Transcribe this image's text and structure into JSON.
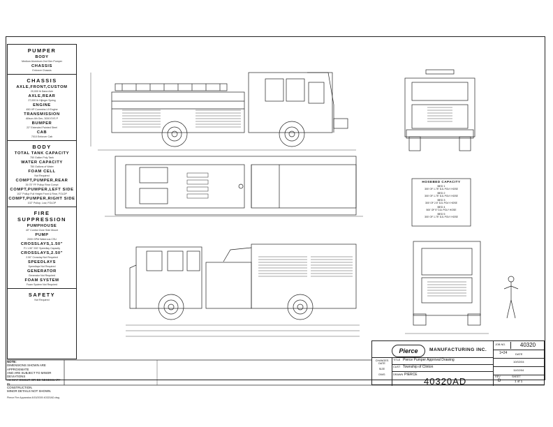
{
  "spec_sheet": {
    "pumper": {
      "title": "PUMPER",
      "body_label": "BODY",
      "body_value": "Medium Aluminum 2nd Gen Pumper",
      "chassis_label": "CHASSIS",
      "chassis_value": "Enforcer Chassis"
    },
    "chassis": {
      "title": "CHASSIS",
      "items": [
        {
          "label": "AXLE,FRONT,CUSTOM",
          "value": "20,000 lb Dana Axle"
        },
        {
          "label": "AXLE,REAR",
          "value": "27,000 lb Hijinger Spring"
        },
        {
          "label": "ENGINE",
          "value": "450 HP Cummins L9 Engine"
        },
        {
          "label": "TRANSMISSION",
          "value": "Allison 4th Gen, 3000 EVS P"
        },
        {
          "label": "BUMPER",
          "value": "22\" Extended Painted Steel"
        },
        {
          "label": "CAB",
          "value": "7010 Enforcer Cab"
        }
      ]
    },
    "body": {
      "title": "BODY",
      "items": [
        {
          "label": "TOTAL TANK CAPACITY",
          "value": "750 Gallon Poly Tank"
        },
        {
          "label": "WATER CAPACITY",
          "value": "750 Gallons of Water"
        },
        {
          "label": "FOAM CELL",
          "value": "Not Required"
        },
        {
          "label": "COMPT,PUMPER,REAR",
          "value": "39.75\" FF Pullup Rear Compt"
        },
        {
          "label": "COMPT,PUMPER,LEFT SIDE",
          "value": "102\" Pullup Full Height Front & Rear, FOLDP"
        },
        {
          "label": "COMPT,PUMPER,RIGHT SIDE",
          "value": "102\" Pullup, Low, FOLDP"
        }
      ]
    },
    "fire_suppression": {
      "title": "FIRE SUPPRESSION",
      "items": [
        {
          "label": "PUMPHOUSE",
          "value": "40\" Control Zone Side Mount"
        },
        {
          "label": "PUMP",
          "value": "2000 GPM Waterous CSU"
        },
        {
          "label": "CROSSLAYS,1.50\"",
          "value": "F1 1.50\" 200' Speedlay Capacity"
        },
        {
          "label": "CROSSLAYS,2.50\"",
          "value": "2.50\" Crosslay Not Required"
        },
        {
          "label": "SPEEDLAYS",
          "value": "Speedlays Not Required"
        },
        {
          "label": "GENERATOR",
          "value": "Generator Not Required"
        },
        {
          "label": "FOAM SYSTEM",
          "value": "Foam System Not Required"
        }
      ]
    },
    "safety": {
      "title": "SAFETY",
      "value": "Not Required"
    }
  },
  "water_capacity_box": {
    "title": "HOSEBED CAPACITY",
    "beds": [
      {
        "label": "BED 1",
        "value": "300' OF 1.75\" DJL POLY HOSE"
      },
      {
        "label": "BED 2",
        "value": "300' OF 1.75\" DJL POLY HOSE"
      },
      {
        "label": "BED 3",
        "value": "300' OF 2.5\" DJL POLY HOSE"
      },
      {
        "label": "BED 4",
        "value": "500' OF 5\" DJL POLY HOSE"
      },
      {
        "label": "BED 5",
        "value": "300' OF 1.75\" DJL POLY HOSE"
      }
    ]
  },
  "notes": {
    "title": "NOTE:",
    "text": [
      "DIMENSIONS SHOWN ARE APPROXIMATE",
      "AND ARE SUBJECT TO MINOR DEVIATIONS",
      "AS MAY OCCUR OR BE NECESSARY IN",
      "CONSTRUCTION.",
      "MINOR DETAILS NOT SHOWN."
    ]
  },
  "title_block": {
    "company": "MANUFACTURING INC.",
    "logo": "Pierce",
    "title_label": "TITLE",
    "title_value": "Pierce Pumper Approval Drawing",
    "customer_label": "CUST",
    "customer_value": "Township of Clinton",
    "drawn_label": "DRAWN",
    "drawn_value": "PIERCE",
    "changes_label": "CHANGES",
    "date_label": "DATE",
    "size_label": "SIZE",
    "dwg_label": "DWG",
    "dwg_value": "40320AD",
    "sheet_label": "SHEET",
    "sheet_value": "1 of 1",
    "job_label": "JOB NO.",
    "job_value": "40320",
    "rev_label": "REV",
    "rev_value": "D",
    "scale_value": "1=24",
    "date_value": "11/02/04",
    "bth_value": "10/02/04"
  },
  "footer_text": "Pierce Fire Apparatus 8/15/2005 40320AD.dwg"
}
